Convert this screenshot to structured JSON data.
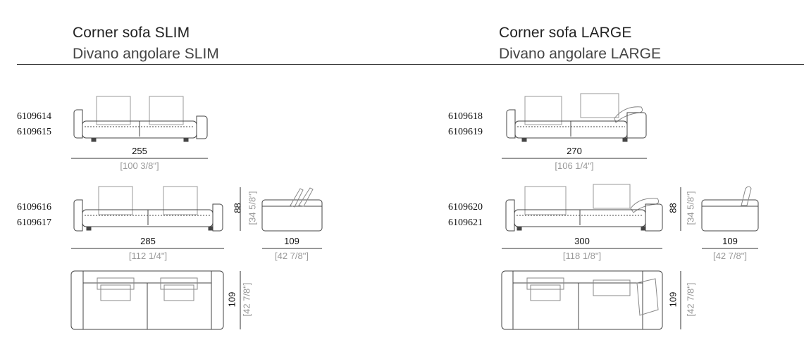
{
  "slim": {
    "title": "Corner sofa SLIM",
    "subtitle": "Divano angolare SLIM",
    "codes_a": [
      "6109614",
      "6109615"
    ],
    "codes_b": [
      "6109616",
      "6109617"
    ],
    "width_a_cm": "255",
    "width_a_in": "[100 3/8\"]",
    "width_b_cm": "285",
    "width_b_in": "[112 1/4\"]",
    "height_cm": "88",
    "height_in": "[34 5/8\"]",
    "side_depth_cm": "109",
    "side_depth_in": "[42 7/8\"]",
    "plan_depth_cm": "109",
    "plan_depth_in": "[42 7/8\"]"
  },
  "large": {
    "title": "Corner sofa LARGE",
    "subtitle": "Divano angolare LARGE",
    "codes_a": [
      "6109618",
      "6109619"
    ],
    "codes_b": [
      "6109620",
      "6109621"
    ],
    "width_a_cm": "270",
    "width_a_in": "[106 1/4\"]",
    "width_b_cm": "300",
    "width_b_in": "[118 1/8\"]",
    "height_cm": "88",
    "height_in": "[34 5/8\"]",
    "side_depth_cm": "109",
    "side_depth_in": "[42 7/8\"]",
    "plan_depth_cm": "109",
    "plan_depth_in": "[42 7/8\"]"
  }
}
